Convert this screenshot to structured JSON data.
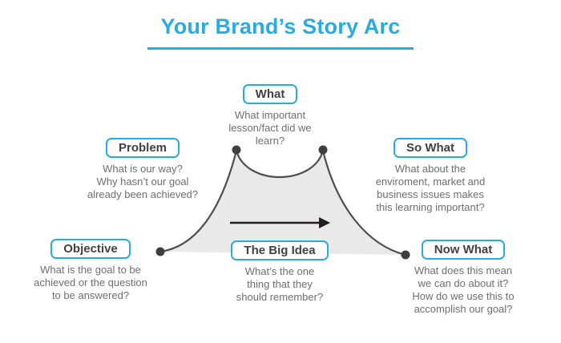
{
  "title": "Your Brand’s Story Arc",
  "colors": {
    "accent_blue": "#29abe2",
    "arc_fill": "#e9e9e9",
    "arc_stroke": "#4d4d4d",
    "dot_color": "#3f3f3f",
    "label_text": "#414042",
    "body_text": "#6d6e71"
  },
  "nodes": {
    "what": {
      "label": "What",
      "description": "What important\nlesson/fact did we\nlearn?"
    },
    "problem": {
      "label": "Problem",
      "description": "What is our way?\nWhy hasn’t our goal\nalready been achieved?"
    },
    "so_what": {
      "label": "So What",
      "description": "What about the\nenviroment, market and\nbusiness issues makes\nthis learning important?"
    },
    "objective": {
      "label": "Objective",
      "description": "What is the goal to be\nachieved or the question\nto be answered?"
    },
    "big_idea": {
      "label": "The Big Idea",
      "description": "What’s the one\nthing that they\nshould remember?"
    },
    "now_what": {
      "label": "Now What",
      "description": "What does this mean\nwe can do about it?\nHow do we use this to\naccomplish our goal?"
    }
  },
  "icons": {
    "arrow": "right-arrow"
  }
}
